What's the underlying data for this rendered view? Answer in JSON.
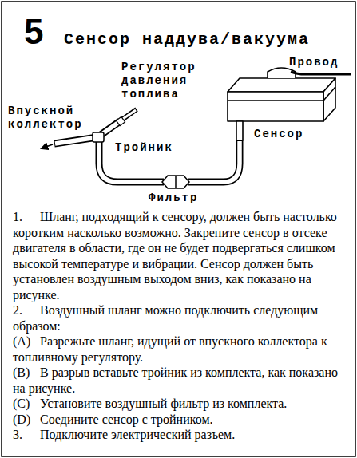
{
  "diagram": {
    "title": "Сенсор наддува/вакуума",
    "labels": [
      "5",
      "Регулятор давления топлива",
      "Провод",
      "Впускной коллектор",
      "Сенсор",
      "Тройник",
      "Фильтр",
      "1.",
      "Шланг, подходящий к сенсору, должен быть настолько коротким насколько возможно. Закрепите сенсор в отсеке двигателя в области, где он не будет подвергаться слишком высокой температуре и вибрации. Сенсор должен быть установлен воздушным выходом вниз, как показано на рисунке.",
      "2.",
      "Воздушный шланг можно подключить следующим образом:",
      "(A)",
      "Разрежьте шланг, идущий от впускного коллектора к топливному регулятору.",
      "(B)",
      "В разрыв вставьте тройник из комплекта, как показано на рисунке.",
      "(C)",
      "Установите воздушный фильтр из комплекта.",
      "(D)",
      "Соедините сенсор с тройником.",
      "3.",
      "Подключите электрический разъем."
    ]
  }
}
